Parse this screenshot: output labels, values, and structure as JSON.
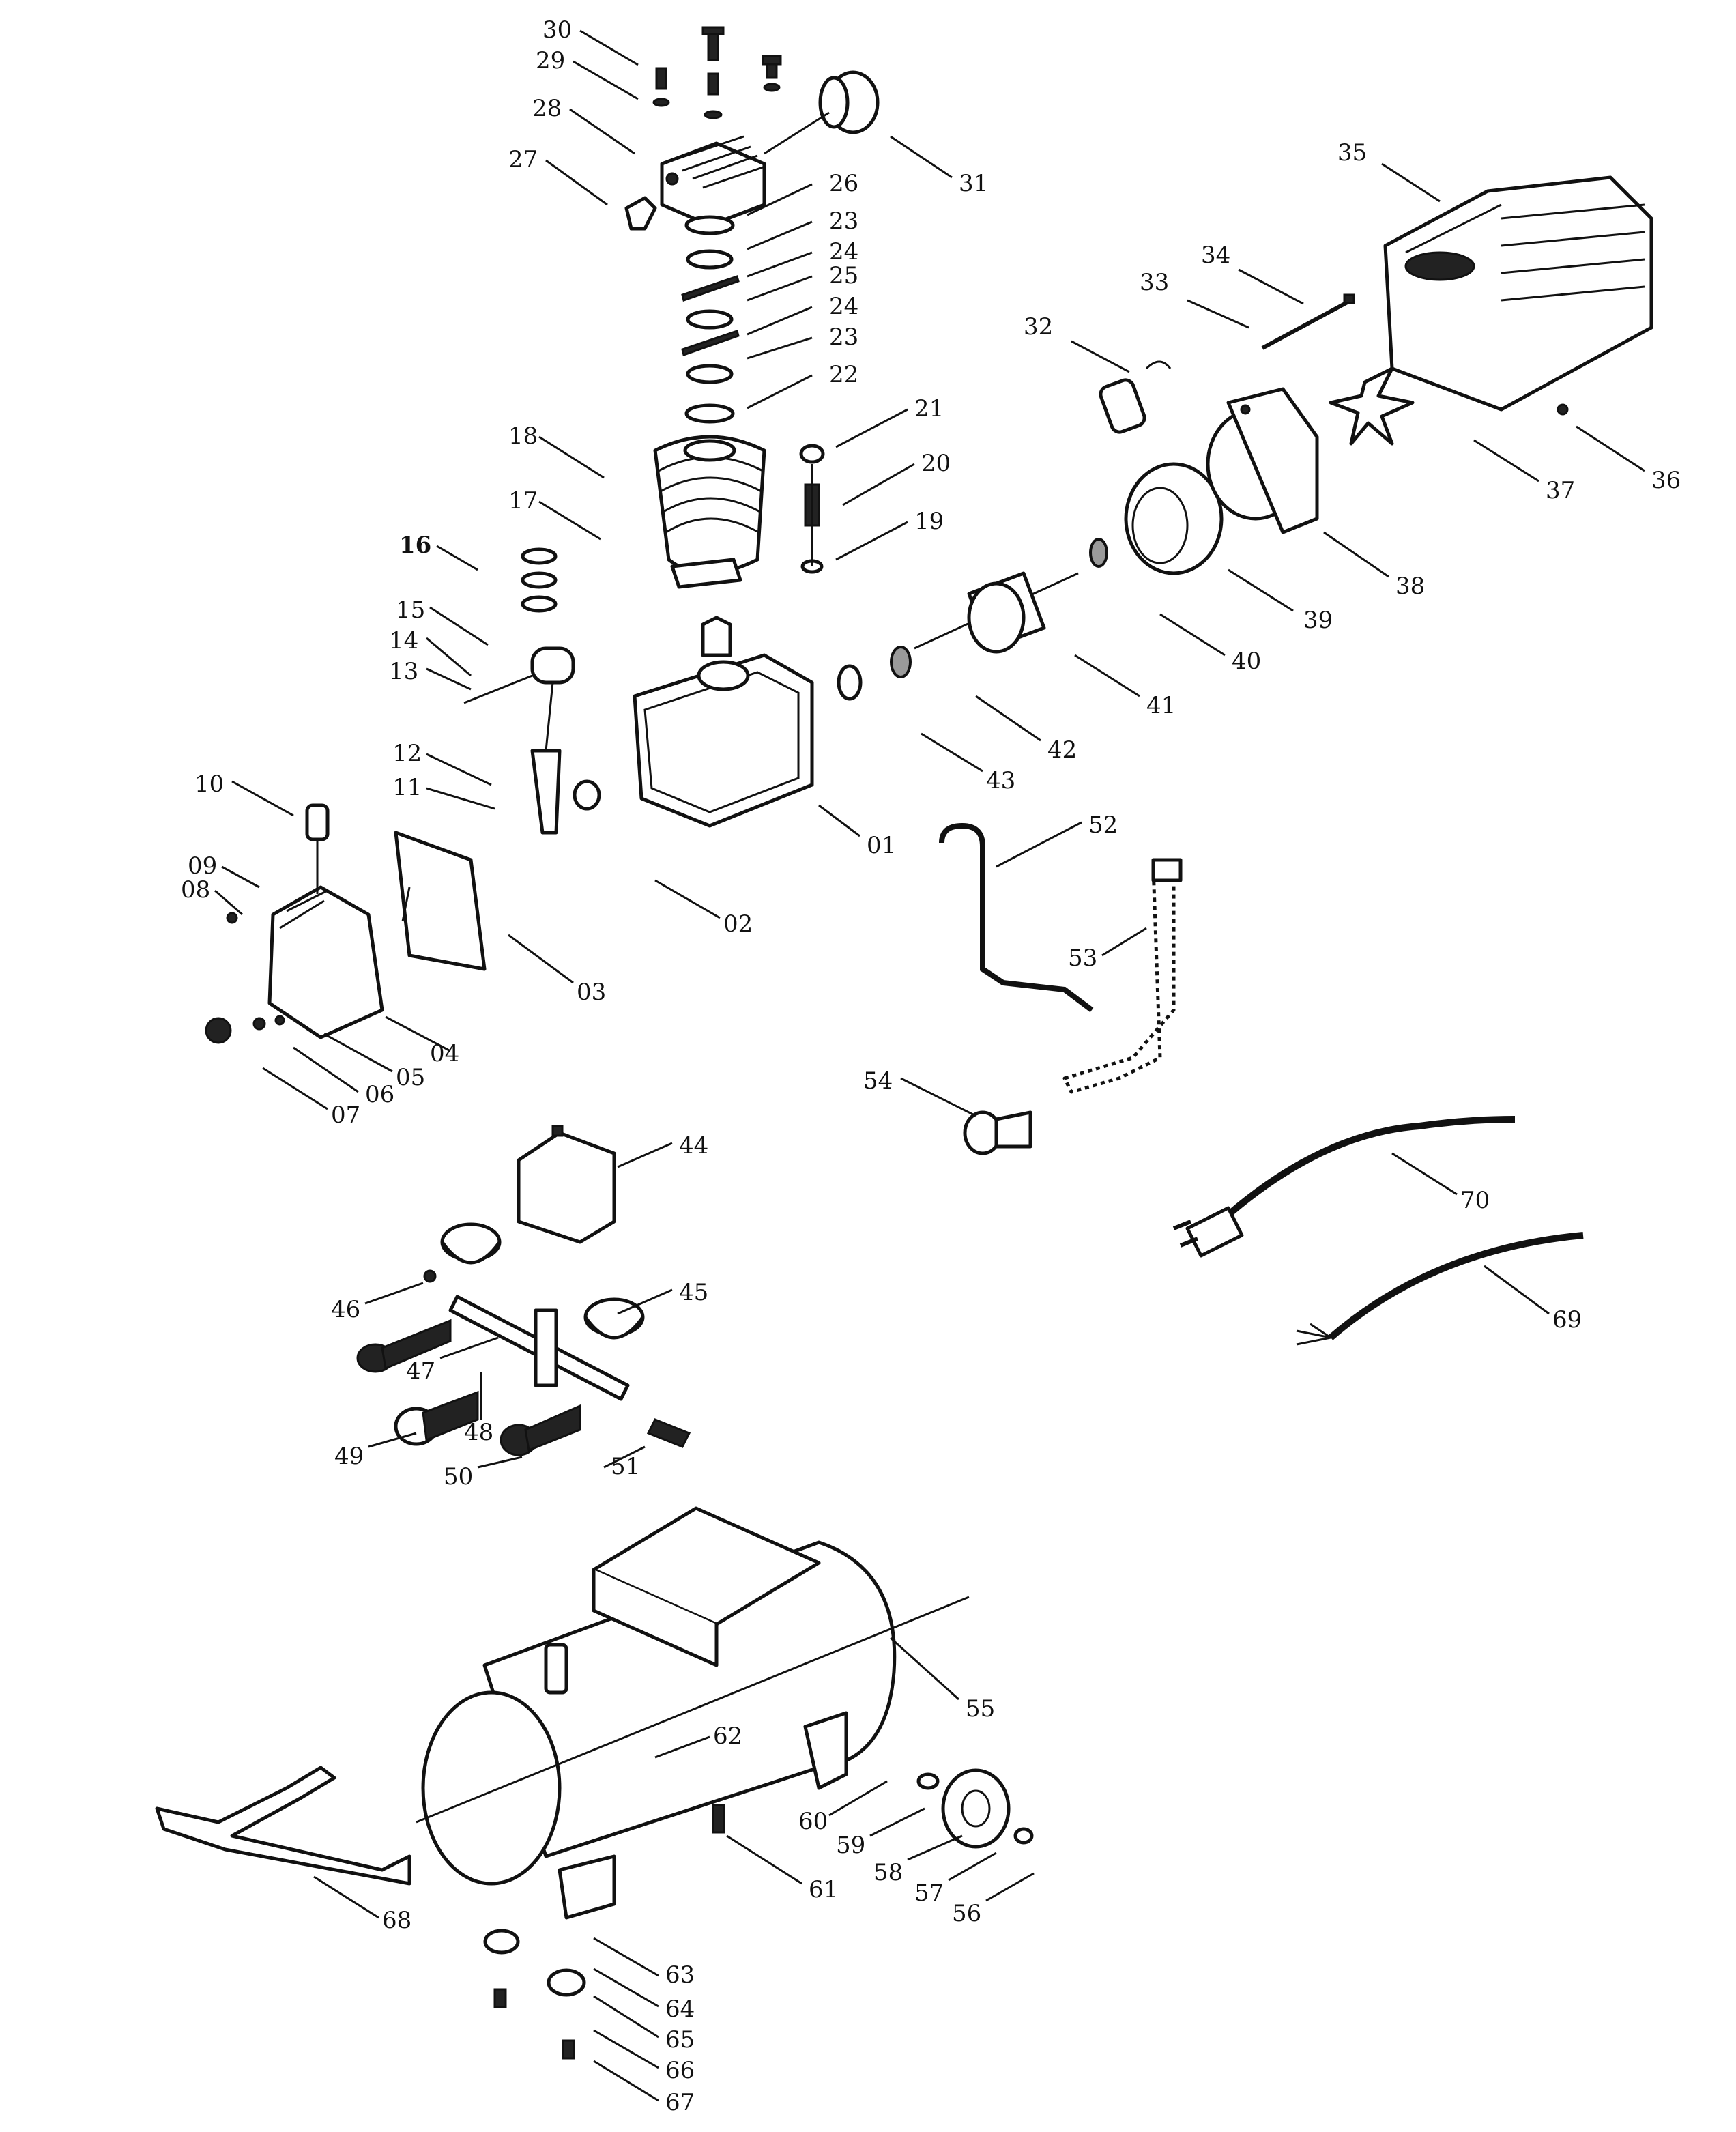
{
  "labels": [
    {
      "id": "p30",
      "text": "30"
    },
    {
      "id": "p29",
      "text": "29"
    },
    {
      "id": "p28",
      "text": "28"
    },
    {
      "id": "p27",
      "text": "27"
    },
    {
      "id": "p26",
      "text": "26"
    },
    {
      "id": "p23a",
      "text": "23"
    },
    {
      "id": "p24a",
      "text": "24"
    },
    {
      "id": "p25",
      "text": "25"
    },
    {
      "id": "p24b",
      "text": "24"
    },
    {
      "id": "p23b",
      "text": "23"
    },
    {
      "id": "p22",
      "text": "22"
    },
    {
      "id": "p21",
      "text": "21"
    },
    {
      "id": "p20",
      "text": "20"
    },
    {
      "id": "p19",
      "text": "19"
    },
    {
      "id": "p18",
      "text": "18"
    },
    {
      "id": "p17",
      "text": "17"
    },
    {
      "id": "p16",
      "text": "16"
    },
    {
      "id": "p15",
      "text": "15"
    },
    {
      "id": "p14",
      "text": "14"
    },
    {
      "id": "p13",
      "text": "13"
    },
    {
      "id": "p12",
      "text": "12"
    },
    {
      "id": "p11",
      "text": "11"
    },
    {
      "id": "p10",
      "text": "10"
    },
    {
      "id": "p09",
      "text": "09"
    },
    {
      "id": "p08",
      "text": "08"
    },
    {
      "id": "p07",
      "text": "07"
    },
    {
      "id": "p06",
      "text": "06"
    },
    {
      "id": "p05",
      "text": "05"
    },
    {
      "id": "p04",
      "text": "04"
    },
    {
      "id": "p03",
      "text": "03"
    },
    {
      "id": "p02",
      "text": "02"
    },
    {
      "id": "p01",
      "text": "01"
    },
    {
      "id": "p31",
      "text": "31"
    },
    {
      "id": "p32",
      "text": "32"
    },
    {
      "id": "p33",
      "text": "33"
    },
    {
      "id": "p34",
      "text": "34"
    },
    {
      "id": "p35",
      "text": "35"
    },
    {
      "id": "p36",
      "text": "36"
    },
    {
      "id": "p37",
      "text": "37"
    },
    {
      "id": "p38",
      "text": "38"
    },
    {
      "id": "p39",
      "text": "39"
    },
    {
      "id": "p40",
      "text": "40"
    },
    {
      "id": "p41",
      "text": "41"
    },
    {
      "id": "p42",
      "text": "42"
    },
    {
      "id": "p43",
      "text": "43"
    },
    {
      "id": "p44",
      "text": "44"
    },
    {
      "id": "p45",
      "text": "45"
    },
    {
      "id": "p46",
      "text": "46"
    },
    {
      "id": "p47",
      "text": "47"
    },
    {
      "id": "p48",
      "text": "48"
    },
    {
      "id": "p49",
      "text": "49"
    },
    {
      "id": "p50",
      "text": "50"
    },
    {
      "id": "p51",
      "text": "51"
    },
    {
      "id": "p52",
      "text": "52"
    },
    {
      "id": "p53",
      "text": "53"
    },
    {
      "id": "p54",
      "text": "54"
    },
    {
      "id": "p55",
      "text": "55"
    },
    {
      "id": "p56",
      "text": "56"
    },
    {
      "id": "p57",
      "text": "57"
    },
    {
      "id": "p58",
      "text": "58"
    },
    {
      "id": "p59",
      "text": "59"
    },
    {
      "id": "p60",
      "text": "60"
    },
    {
      "id": "p61",
      "text": "61"
    },
    {
      "id": "p62",
      "text": "62"
    },
    {
      "id": "p63",
      "text": "63"
    },
    {
      "id": "p64",
      "text": "64"
    },
    {
      "id": "p65",
      "text": "65"
    },
    {
      "id": "p66",
      "text": "66"
    },
    {
      "id": "p67",
      "text": "67"
    },
    {
      "id": "p68",
      "text": "68"
    },
    {
      "id": "p69",
      "text": "69"
    },
    {
      "id": "p70",
      "text": "70"
    }
  ]
}
